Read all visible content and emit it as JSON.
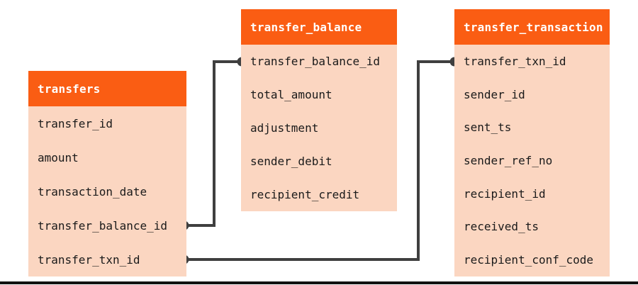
{
  "diagram": {
    "tables": [
      {
        "name": "transfers",
        "fields": [
          "transfer_id",
          "amount",
          "transaction_date",
          "transfer_balance_id",
          "transfer_txn_id"
        ]
      },
      {
        "name": "transfer_balance",
        "fields": [
          "transfer_balance_id",
          "total_amount",
          "adjustment",
          "sender_debit",
          "recipient_credit"
        ]
      },
      {
        "name": "transfer_transaction",
        "fields": [
          "transfer_txn_id",
          "sender_id",
          "sent_ts",
          "sender_ref_no",
          "recipient_id",
          "received_ts",
          "recipient_conf_code"
        ]
      }
    ],
    "relationships": [
      {
        "from_table": "transfers",
        "from_field": "transfer_balance_id",
        "to_table": "transfer_balance",
        "to_field": "transfer_balance_id"
      },
      {
        "from_table": "transfers",
        "from_field": "transfer_txn_id",
        "to_table": "transfer_transaction",
        "to_field": "transfer_txn_id"
      }
    ],
    "colors": {
      "header_bg": "#FA5D13",
      "body_bg": "#FBD6C1",
      "header_text": "#FFFFFF",
      "field_text": "#1A1A1A",
      "connector": "#3F3F3F",
      "bottom_bar": "#111111",
      "page_bg": "#FFFFFF"
    }
  }
}
